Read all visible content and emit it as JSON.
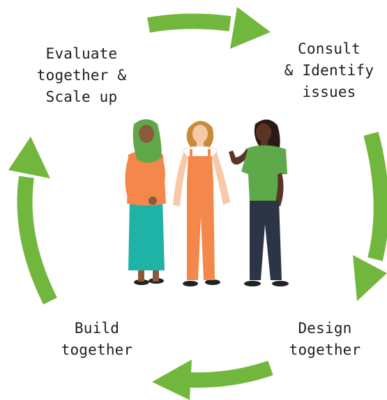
{
  "colors": {
    "arrow": "#72b73d",
    "text": "#1e1e1e",
    "background": "#ffffff"
  },
  "stages": {
    "evaluate": {
      "lines": [
        "Evaluate",
        "together &",
        "Scale up"
      ]
    },
    "consult": {
      "lines": [
        "Consult",
        "& Identify",
        "issues"
      ]
    },
    "design": {
      "lines": [
        "Design",
        "together"
      ]
    },
    "build": {
      "lines": [
        "Build",
        "together"
      ]
    }
  },
  "icons": {
    "arrows": [
      "arrow-top-icon",
      "arrow-right-icon",
      "arrow-bottom-icon",
      "arrow-left-icon"
    ],
    "people": [
      "woman-hijab-icon",
      "woman-overalls-icon",
      "woman-green-shirt-icon"
    ]
  }
}
